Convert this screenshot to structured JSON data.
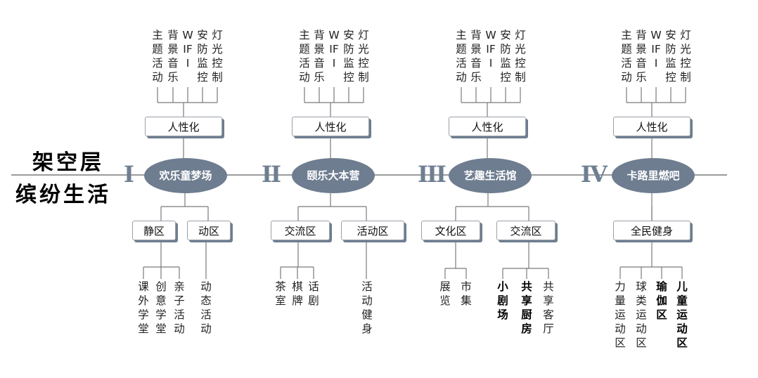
{
  "title_lines": [
    "架空层",
    "缤纷生活"
  ],
  "colors": {
    "hub_fill": "#6e7d90",
    "box_shadow": "#6e7d90",
    "line": "#7a7a7a",
    "numeral": "#6f7f92"
  },
  "top_items": [
    "主题活动",
    "背景音乐",
    "WIFI",
    "安防监控",
    "灯光控制"
  ],
  "sections": [
    {
      "numeral": "I",
      "hub": "欢乐童梦场",
      "feature": "人性化",
      "zones": [
        {
          "label": "静区",
          "items": [
            "课外学堂",
            "创意学堂",
            "亲子活动"
          ]
        },
        {
          "label": "动区",
          "items": [
            "动态活动"
          ]
        }
      ]
    },
    {
      "numeral": "II",
      "hub": "颐乐大本营",
      "feature": "人性化",
      "zones": [
        {
          "label": "交流区",
          "items": [
            "茶室",
            "棋牌",
            "话剧"
          ]
        },
        {
          "label": "活动区",
          "items": [
            "活动健身"
          ]
        }
      ]
    },
    {
      "numeral": "III",
      "hub": "艺趣生活馆",
      "feature": "人性化",
      "zones": [
        {
          "label": "文化区",
          "items": [
            "展览",
            "市集"
          ]
        },
        {
          "label": "交流区",
          "items": [
            "小剧场",
            "共享厨房",
            "共享客厅"
          ]
        }
      ]
    },
    {
      "numeral": "IV",
      "hub": "卡路里燃吧",
      "feature": "人性化",
      "zones": [
        {
          "label": "全民健身",
          "items": [
            "力量运动区",
            "球类运动区",
            "瑜伽区",
            "儿童运动区"
          ]
        }
      ]
    }
  ]
}
